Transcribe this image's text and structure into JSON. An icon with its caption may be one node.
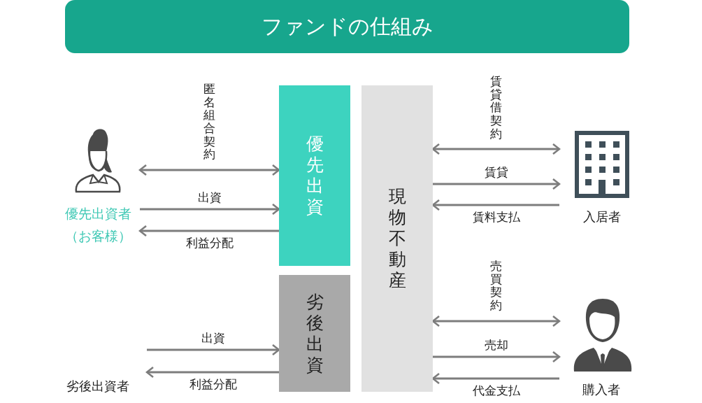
{
  "diagram": {
    "title": "ファンドの仕組み",
    "nodes": [
      {
        "text": [
          "優先出資者",
          "（お客様）"
        ]
      },
      {
        "text": [
          "劣後出資者"
        ]
      },
      {
        "text": [
          "優先出資"
        ]
      },
      {
        "text": [
          "劣後出資"
        ]
      },
      {
        "text": [
          "現物不動産"
        ]
      },
      {
        "text": [
          "入居者"
        ]
      },
      {
        "text": [
          "購入者"
        ]
      }
    ],
    "edges": [
      {
        "from": 0,
        "to": 2,
        "arrow": "both",
        "label": "匿名組合契約"
      },
      {
        "from": 0,
        "to": 2,
        "arrow": "to",
        "label": "出資"
      },
      {
        "from": 2,
        "to": 0,
        "arrow": "to",
        "label": "利益分配"
      },
      {
        "from": 1,
        "to": 3,
        "arrow": "to",
        "label": "出資"
      },
      {
        "from": 3,
        "to": 1,
        "arrow": "to",
        "label": "利益分配"
      },
      {
        "from": 4,
        "to": 5,
        "arrow": "both",
        "label": "賃貸借契約"
      },
      {
        "from": 4,
        "to": 5,
        "arrow": "to",
        "label": "賃貸"
      },
      {
        "from": 5,
        "to": 4,
        "arrow": "to",
        "label": "賃料支払"
      },
      {
        "from": 4,
        "to": 6,
        "arrow": "both",
        "label": "売買契約"
      },
      {
        "from": 4,
        "to": 6,
        "arrow": "to",
        "label": "売却"
      },
      {
        "from": 6,
        "to": 4,
        "arrow": "to",
        "label": "代金支払"
      }
    ]
  }
}
